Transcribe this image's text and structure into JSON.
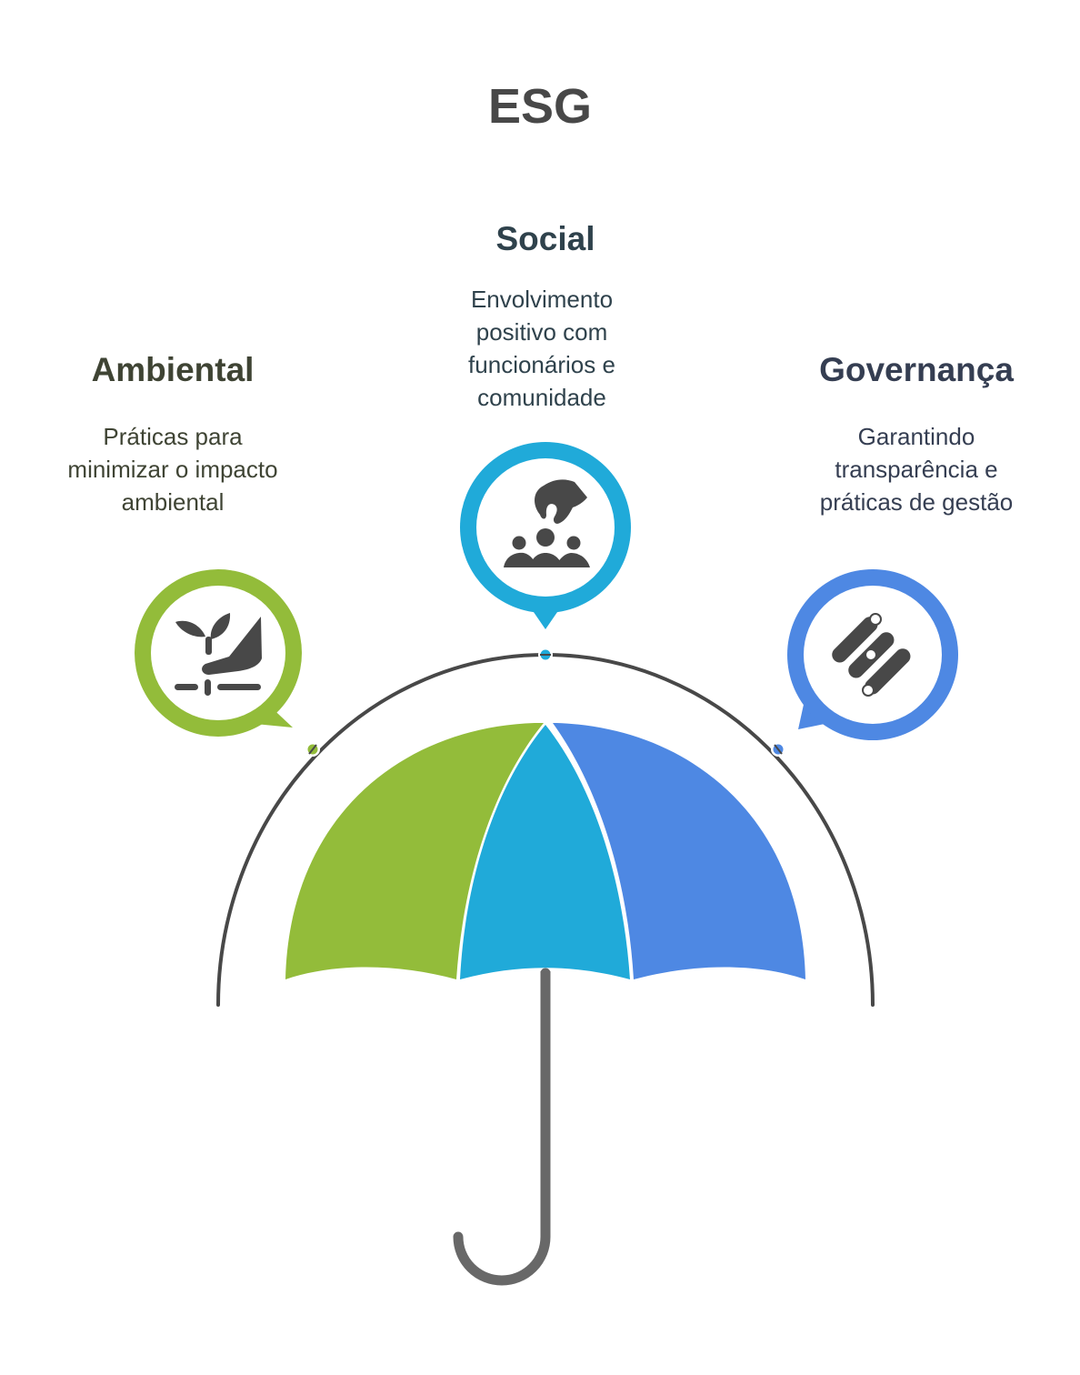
{
  "title": "ESG",
  "pillars": [
    {
      "key": "ambiental",
      "heading": "Ambiental",
      "description_lines": [
        "Práticas para",
        "minimizar o impacto",
        "ambiental"
      ],
      "icon": "plant-in-hand-icon",
      "color": "#93BC3A",
      "text_color": "#3F4434"
    },
    {
      "key": "social",
      "heading": "Social",
      "description_lines": [
        "Envolvimento",
        "positivo com",
        "funcionários e",
        "comunidade"
      ],
      "icon": "hand-over-people-icon",
      "color": "#20AAD9",
      "text_color": "#2F424C"
    },
    {
      "key": "governanca",
      "heading": "Governança",
      "description_lines": [
        "Garantindo",
        "transparência e",
        "práticas de gestão"
      ],
      "icon": "sliders-icon",
      "color": "#4E88E3",
      "text_color": "#353E52"
    }
  ],
  "colors": {
    "arc": "#484848",
    "handle": "#686868",
    "icon": "#484848"
  }
}
